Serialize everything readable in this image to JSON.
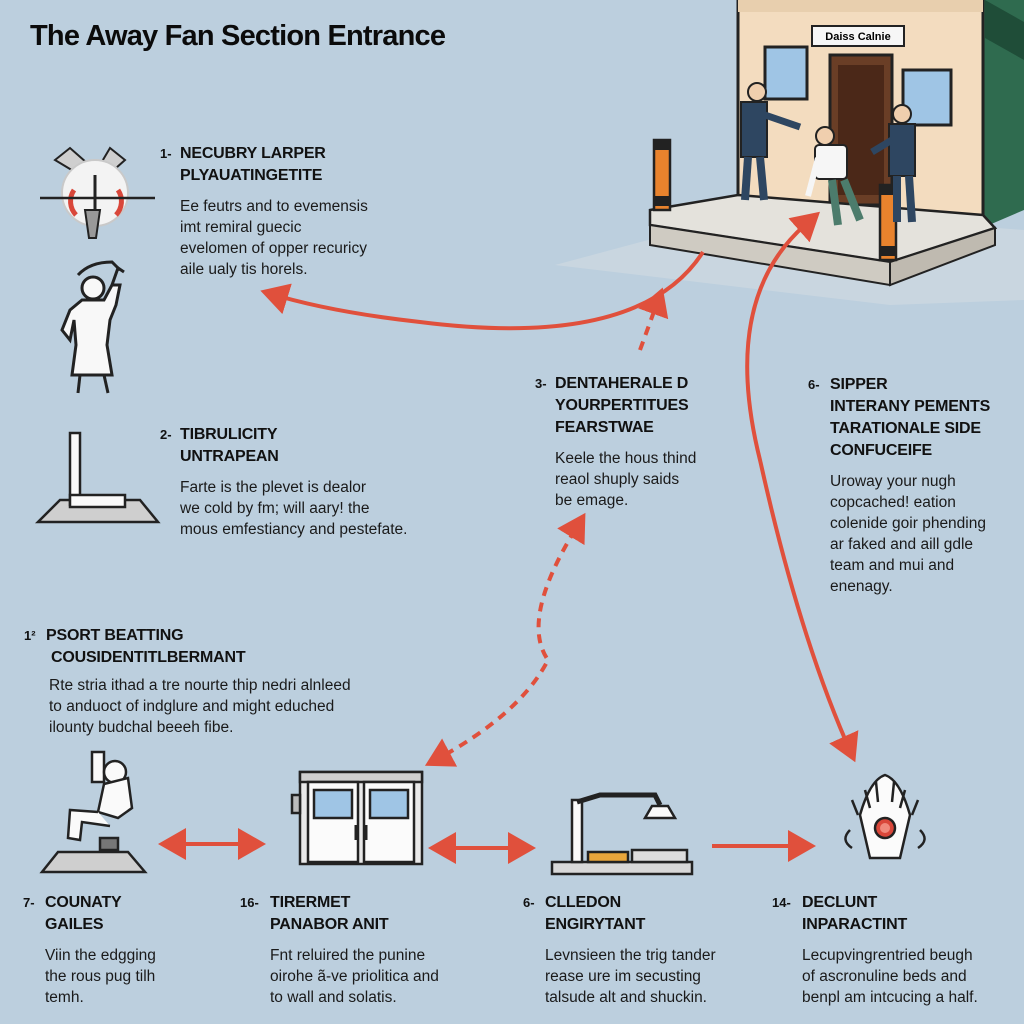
{
  "title": "The Away Fan Section Entrance",
  "building": {
    "sign": "Daiss Calnie"
  },
  "steps": [
    {
      "num": "1-",
      "heading": [
        "NECUBRY LARPER",
        "PLYAUATINGETITE"
      ],
      "body": [
        "Ee feutrs and to evemensis",
        "imt remiral guecic",
        "evelomen of opper recuricy",
        "aile ualy tis horels."
      ]
    },
    {
      "num": "2-",
      "heading": [
        "TIBRULICITY",
        "UNTRAPEAN"
      ],
      "body": [
        "Farte is the plevet is dealor",
        "we cold by fm; will aary! the",
        "mous emfestiancy and pestefate."
      ]
    },
    {
      "num": "3-",
      "heading": [
        "DENTAHERALE D",
        "YOURPERTITUES",
        "FEARSTWAE"
      ],
      "body": [
        "Keele the hous thind",
        "reaol shuply saids",
        "be emage."
      ]
    },
    {
      "num": "1²",
      "heading": [
        "PSORT BEATTING",
        "COUSIDENTITLBERMANT"
      ],
      "body": [
        "Rte stria ithad a tre nourte thip nedri alnleed",
        "to anduoct of indglure and might eduched",
        "ilounty budchal beeeh fibe."
      ]
    },
    {
      "num": "6-",
      "heading": [
        "SIPPER",
        "INTERANY PEMENTS",
        "TARATIONALE SIDE",
        "CONFUCEIFE"
      ],
      "body": [
        "Uroway your nugh",
        "copcached! eation",
        "colenide goir phending",
        "ar faked and aill gdle",
        "team and mui and",
        "enenagy."
      ]
    },
    {
      "num": "7-",
      "heading": [
        "COUNATY",
        "GAILES"
      ],
      "body": [
        "Viin the edgging",
        "the rous pug tilh",
        "temh."
      ]
    },
    {
      "num": "16-",
      "heading": [
        "TIRERMET",
        "PANABOR ANIT"
      ],
      "body": [
        "Fnt reluired the punine",
        "oirohe ã-ve priolitica and",
        "to wall and solatis."
      ]
    },
    {
      "num": "6-",
      "heading": [
        "CLLEDON",
        "ENGIRYTANT"
      ],
      "body": [
        "Levnsieen the trig tander",
        "rease ure im secusting",
        "talsude alt and shuckin."
      ]
    },
    {
      "num": "14-",
      "heading": [
        "DECLUNT",
        "INPARACTINT"
      ],
      "body": [
        "Lecupvingrentried beugh",
        "of ascronuline beds and",
        "benpl am intcucing a half."
      ]
    }
  ],
  "colors": {
    "background": "#bccfde",
    "arrow": "#e0503c",
    "text": "#111111"
  },
  "icons": [
    "barrier-gate-icon",
    "person-reaching-icon",
    "stand-post-icon",
    "kneeling-person-icon",
    "doorway-booth-icon",
    "scanner-machine-icon",
    "alarm-device-icon"
  ]
}
